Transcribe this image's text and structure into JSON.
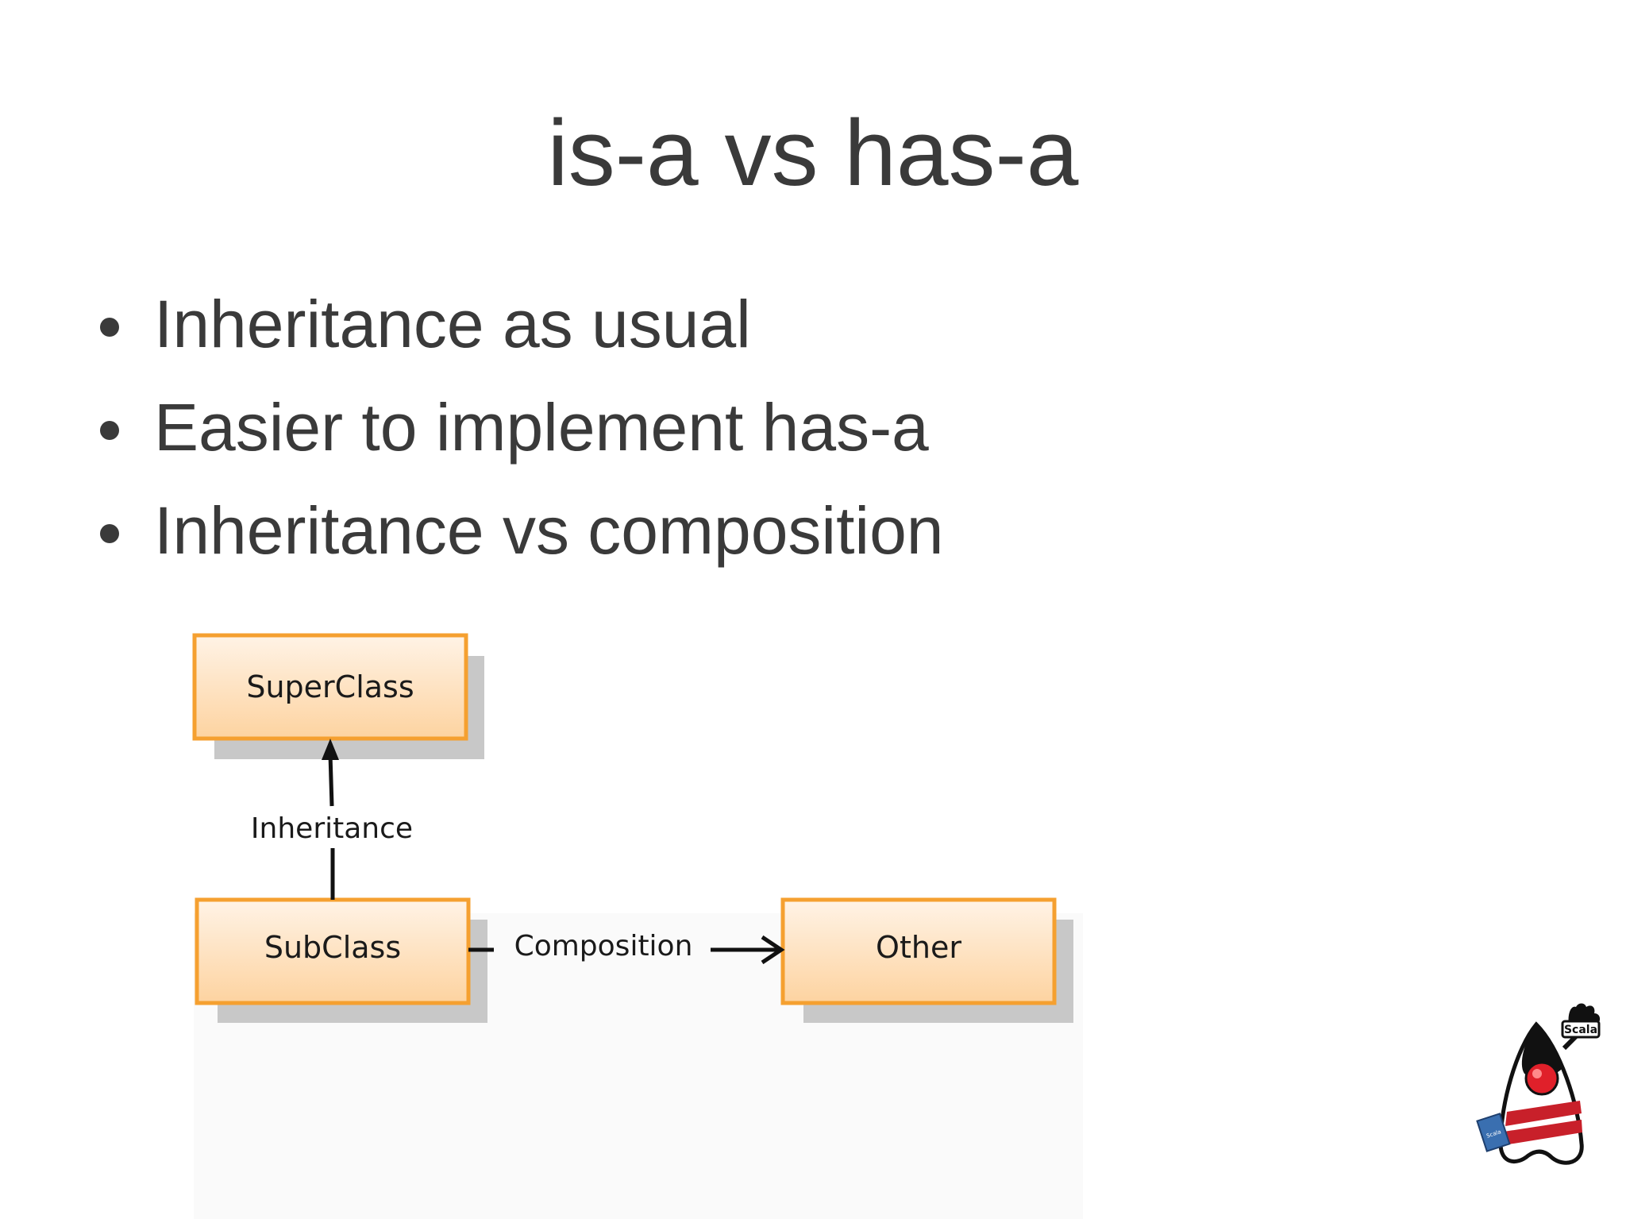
{
  "slide": {
    "title": "is-a vs has-a",
    "bullets": [
      "Inheritance as usual",
      "Easier to implement has-a",
      "Inheritance vs composition"
    ]
  },
  "diagram": {
    "nodes": {
      "superclass": "SuperClass",
      "subclass": "SubClass",
      "other": "Other"
    },
    "edges": {
      "inheritance": "Inheritance",
      "composition": "Composition"
    },
    "colors": {
      "box_border": "#f5a030",
      "box_fill_top": "#fff3e6",
      "box_fill_bottom": "#fdd3a0",
      "shadow": "#c8c8c8"
    }
  },
  "logo": {
    "badge": "Scala",
    "book": "Scala"
  }
}
